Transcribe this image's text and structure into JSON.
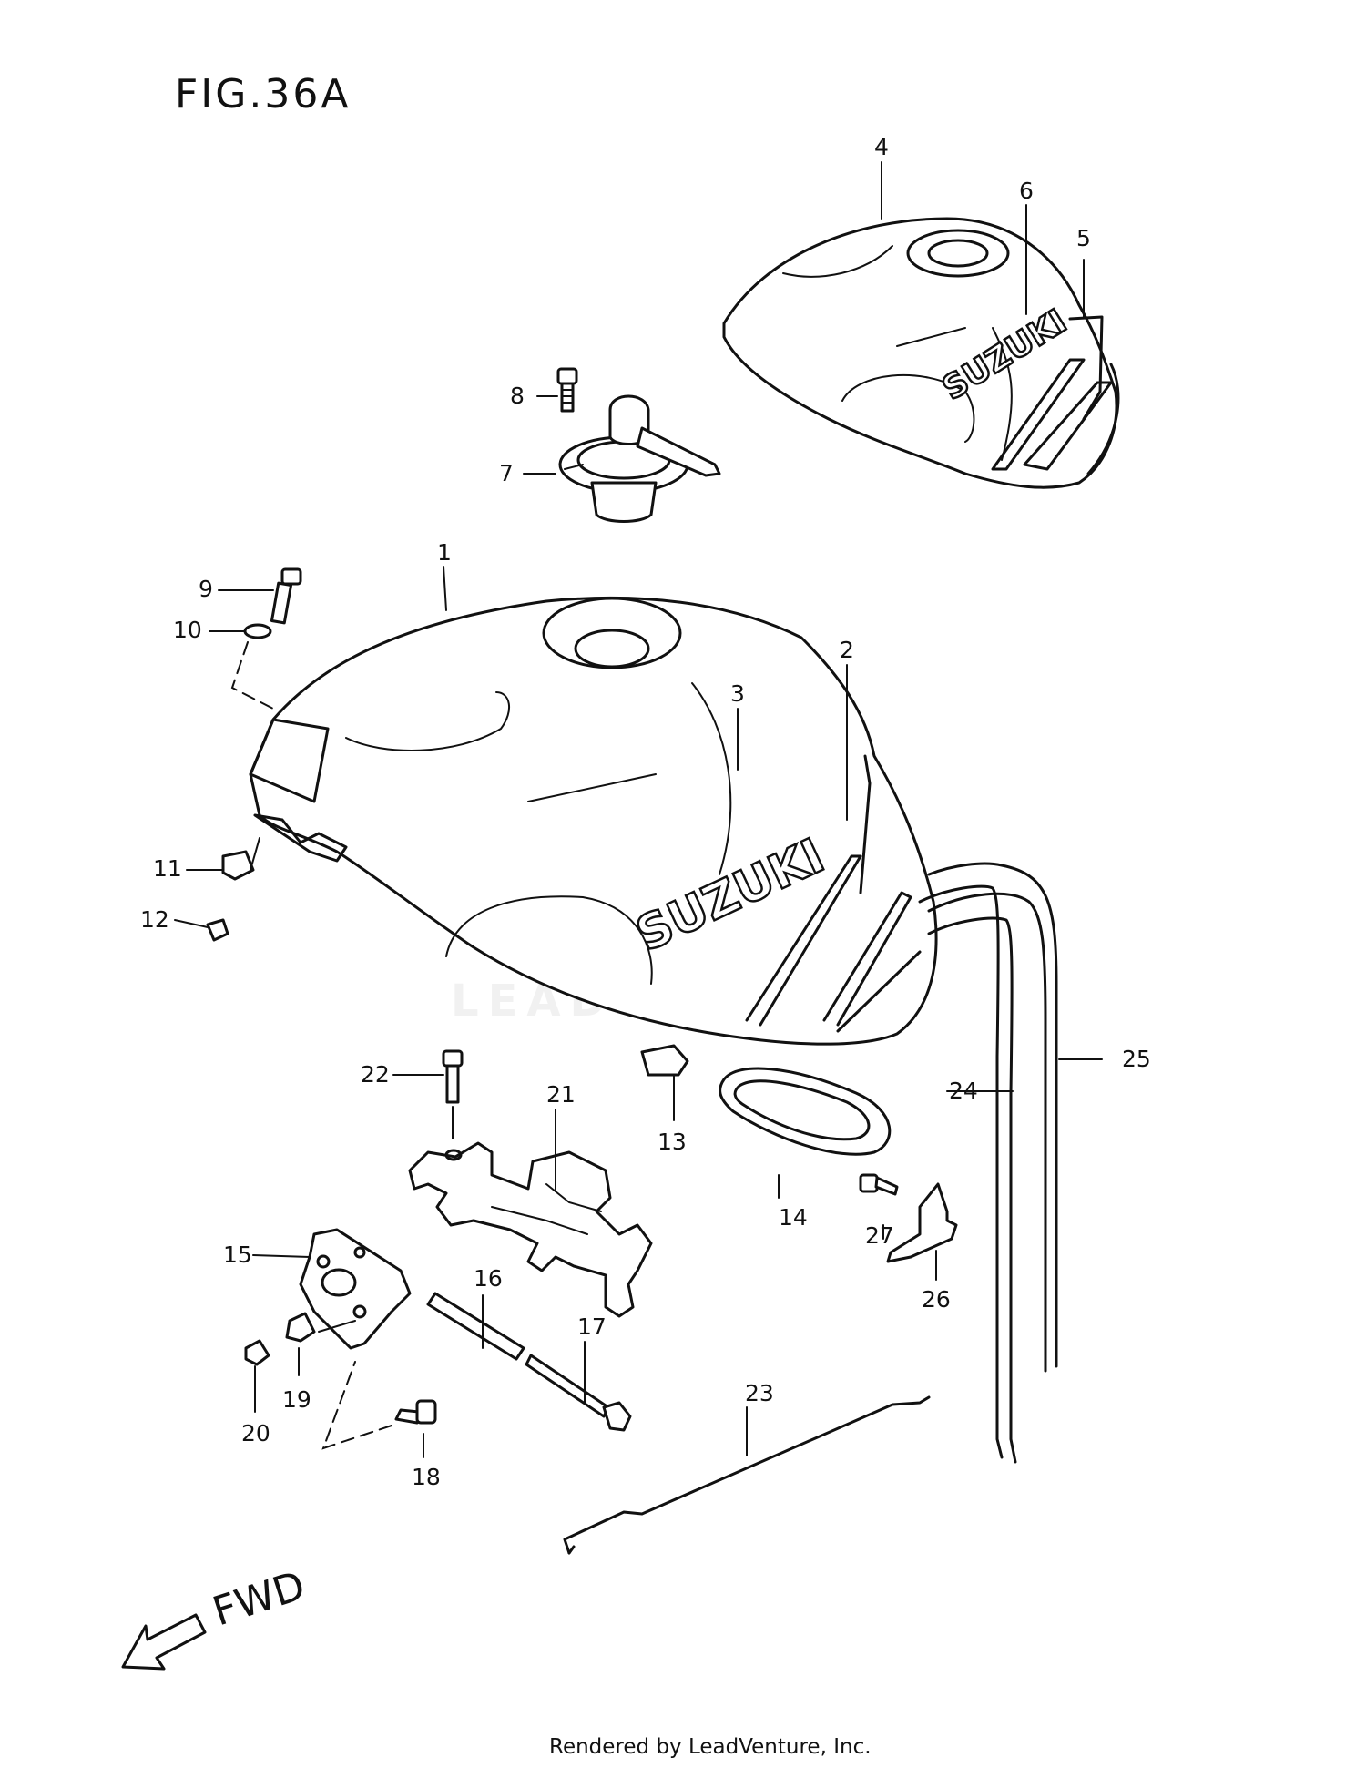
{
  "figure": {
    "title": "FIG.36A",
    "direction_label": "FWD",
    "footer": "Rendered by LeadVenture, Inc.",
    "watermark": "LEADVENTURE",
    "logo_text": "SUZUKI"
  },
  "callouts": [
    "1",
    "2",
    "3",
    "4",
    "5",
    "6",
    "7",
    "8",
    "9",
    "10",
    "11",
    "12",
    "13",
    "14",
    "15",
    "16",
    "17",
    "18",
    "19",
    "20",
    "21",
    "22",
    "23",
    "24",
    "25",
    "26",
    "27"
  ]
}
